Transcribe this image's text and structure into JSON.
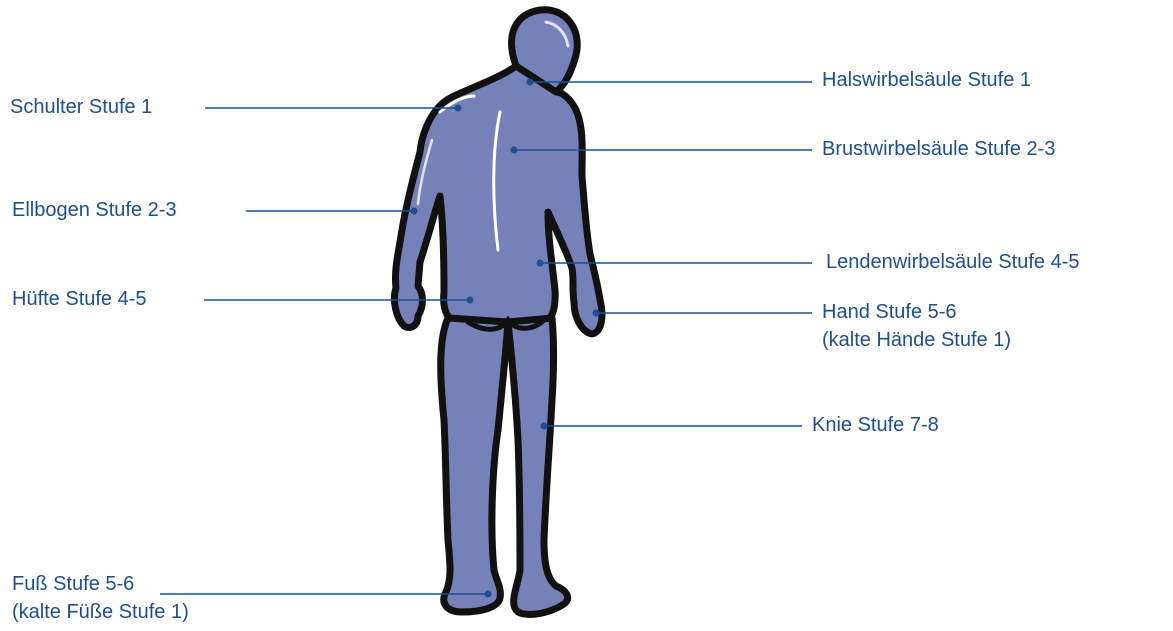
{
  "labels": {
    "halswirbel": {
      "line1": "Halswirbelsäule Stufe 1"
    },
    "schulter": {
      "line1": "Schulter Stufe 1"
    },
    "brustwirbel": {
      "line1": "Brustwirbelsäule Stufe 2-3"
    },
    "ellbogen": {
      "line1": "Ellbogen Stufe 2-3"
    },
    "lendenwirbel": {
      "line1": "Lendenwirbelsäule Stufe 4-5"
    },
    "huefte": {
      "line1": "Hüfte Stufe 4-5"
    },
    "hand": {
      "line1": "Hand Stufe 5-6",
      "line2": "(kalte Hände Stufe 1)"
    },
    "knie": {
      "line1": "Knie Stufe 7-8"
    },
    "fuss": {
      "line1": "Fuß Stufe 5-6",
      "line2": "(kalte Füße Stufe 1)"
    }
  },
  "colors": {
    "label_text": "#1d4f91",
    "leader_line": "#1d4f91",
    "body_fill": "#7781b9",
    "body_outline": "#111111",
    "highlight": "#ffffff"
  }
}
